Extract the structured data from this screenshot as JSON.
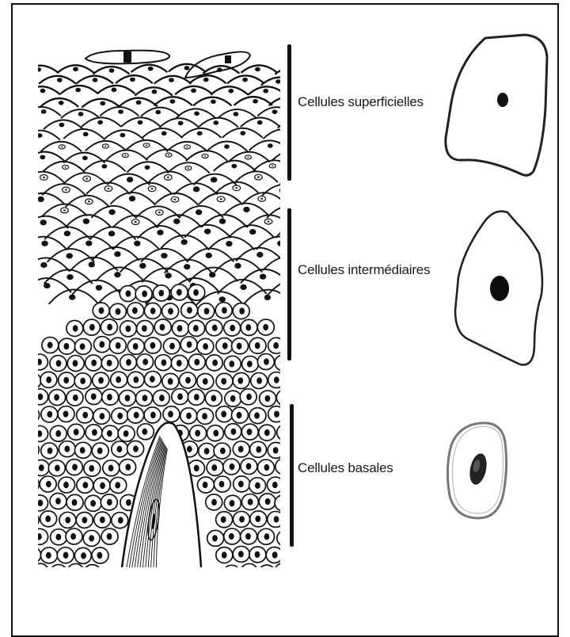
{
  "layers": [
    {
      "id": "superficial",
      "label": "Cellules superficielles"
    },
    {
      "id": "intermediate",
      "label": "Cellules intermédiaires"
    },
    {
      "id": "basal",
      "label": "Cellules basales"
    }
  ],
  "colors": {
    "ink": "#111111",
    "background": "#ffffff"
  }
}
